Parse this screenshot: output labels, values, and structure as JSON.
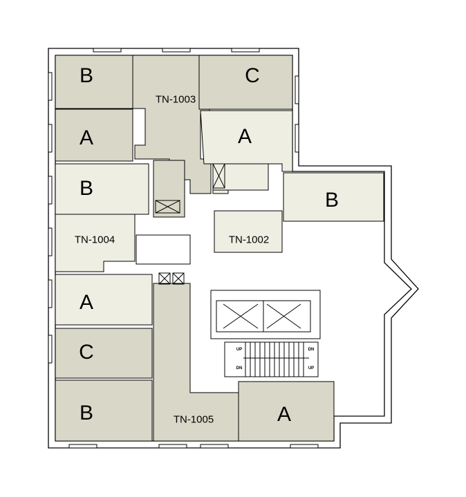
{
  "colors": {
    "dark_room": "#d9d8c8",
    "light_room": "#efeee3",
    "wall": "#000000",
    "background": "#ffffff"
  },
  "rooms": [
    {
      "label": "B",
      "suite": "TN-1003",
      "shade": "dark"
    },
    {
      "label": "C",
      "suite": "TN-1003",
      "shade": "dark"
    },
    {
      "label": "A",
      "suite": "TN-1003",
      "shade": "dark"
    },
    {
      "label": "A",
      "suite": "TN-1002",
      "shade": "light"
    },
    {
      "label": "B",
      "suite": "TN-1004",
      "shade": "light"
    },
    {
      "label": "B",
      "suite": "TN-1002",
      "shade": "light"
    },
    {
      "label": "A",
      "suite": "TN-1004",
      "shade": "light"
    },
    {
      "label": "C",
      "suite": "TN-1005",
      "shade": "dark"
    },
    {
      "label": "B",
      "suite": "TN-1005",
      "shade": "dark"
    },
    {
      "label": "A",
      "suite": "TN-1005",
      "shade": "dark"
    }
  ],
  "suites": [
    "TN-1003",
    "TN-1004",
    "TN-1002",
    "TN-1005"
  ],
  "stair_labels": [
    "UP",
    "DN",
    "DN",
    "UP"
  ]
}
